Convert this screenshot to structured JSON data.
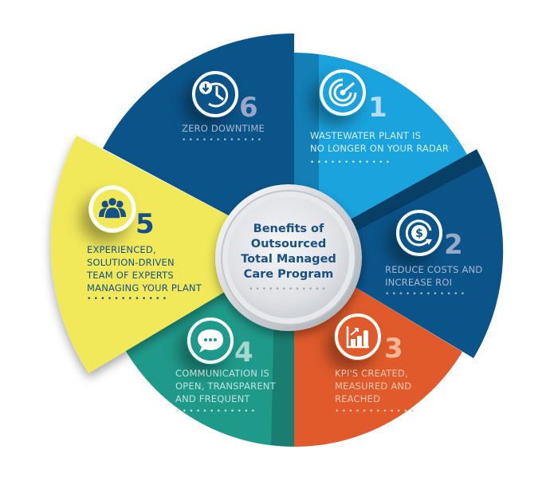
{
  "center": {
    "title_lines": [
      "Benefits of",
      "Outsourced",
      "Total Managed",
      "Care Program"
    ],
    "dots": "••••••••••••",
    "text_color": "#174f86"
  },
  "segments": [
    {
      "number": "1",
      "icon": "radar-icon",
      "lines": [
        "WASTEWATER PLANT IS",
        "NO LONGER ON YOUR RADAR"
      ],
      "dots": "••••••••••••",
      "color": "#1aa3dd",
      "text_color": "#d6eef9",
      "number_color": "#b8dcf0"
    },
    {
      "number": "2",
      "icon": "dollar-cycle-icon",
      "lines": [
        "REDUCE COSTS AND",
        "INCREASE ROI"
      ],
      "dots": "••••••••••••",
      "color": "#0b5489",
      "text_color": "#aab8d0",
      "number_color": "#9aa8c8"
    },
    {
      "number": "3",
      "icon": "bar-chart-icon",
      "lines": [
        "KPI'S CREATED,",
        "MEASURED AND",
        "REACHED"
      ],
      "dots": "••••••••••••",
      "color": "#e05a2b",
      "text_color": "#f5c8b2",
      "number_color": "#f3b79a"
    },
    {
      "number": "4",
      "icon": "chat-bubble-icon",
      "lines": [
        "COMMUNICATION IS",
        "OPEN, TRANSPARENT",
        "AND FREQUENT"
      ],
      "dots": "••••••••••••",
      "color": "#1f9a8a",
      "text_color": "#bfe3dd",
      "number_color": "#a6d6cd"
    },
    {
      "number": "5",
      "icon": "team-people-icon",
      "lines": [
        "EXPERIENCED,",
        "SOLUTION-DRIVEN",
        "TEAM OF EXPERTS",
        "MANAGING YOUR PLANT"
      ],
      "dots": "••••••••••••",
      "color": "#f1e95a",
      "text_color": "#15508a",
      "number_color": "#15508a"
    },
    {
      "number": "6",
      "icon": "clock-restore-icon",
      "lines": [
        "ZERO DOWNTIME"
      ],
      "dots": "••••••••••••",
      "color": "#0b5489",
      "text_color": "#aab8d0",
      "number_color": "#9aa8c8"
    }
  ]
}
